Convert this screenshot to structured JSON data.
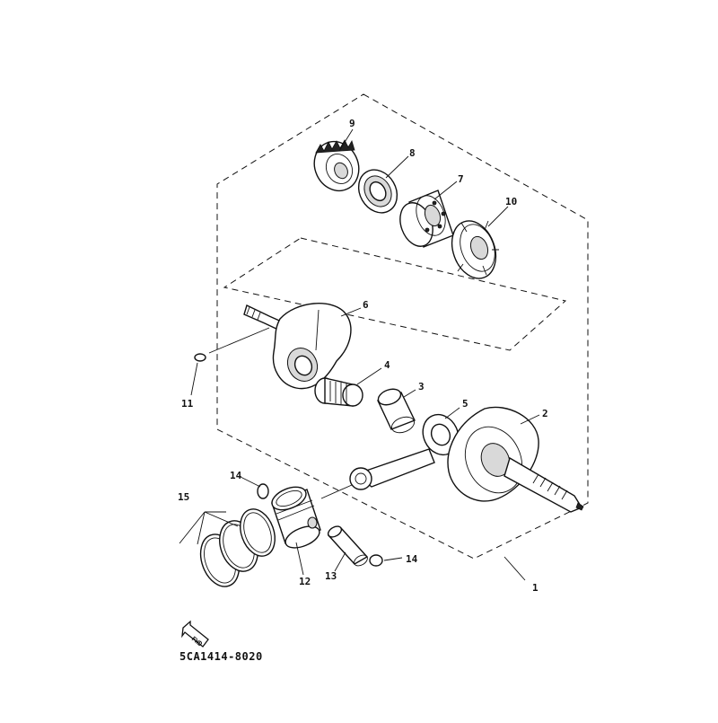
{
  "diagram": {
    "code": "5CA1414-8020",
    "fwd_label": "FWD",
    "callouts": {
      "n1": "1",
      "n2": "2",
      "n3": "3",
      "n4": "4",
      "n5": "5",
      "n6": "6",
      "n7": "7",
      "n8": "8",
      "n9": "9",
      "n10": "10",
      "n11": "11",
      "n12": "12",
      "n13": "13",
      "n14a": "14",
      "n14b": "14",
      "n15": "15"
    }
  }
}
